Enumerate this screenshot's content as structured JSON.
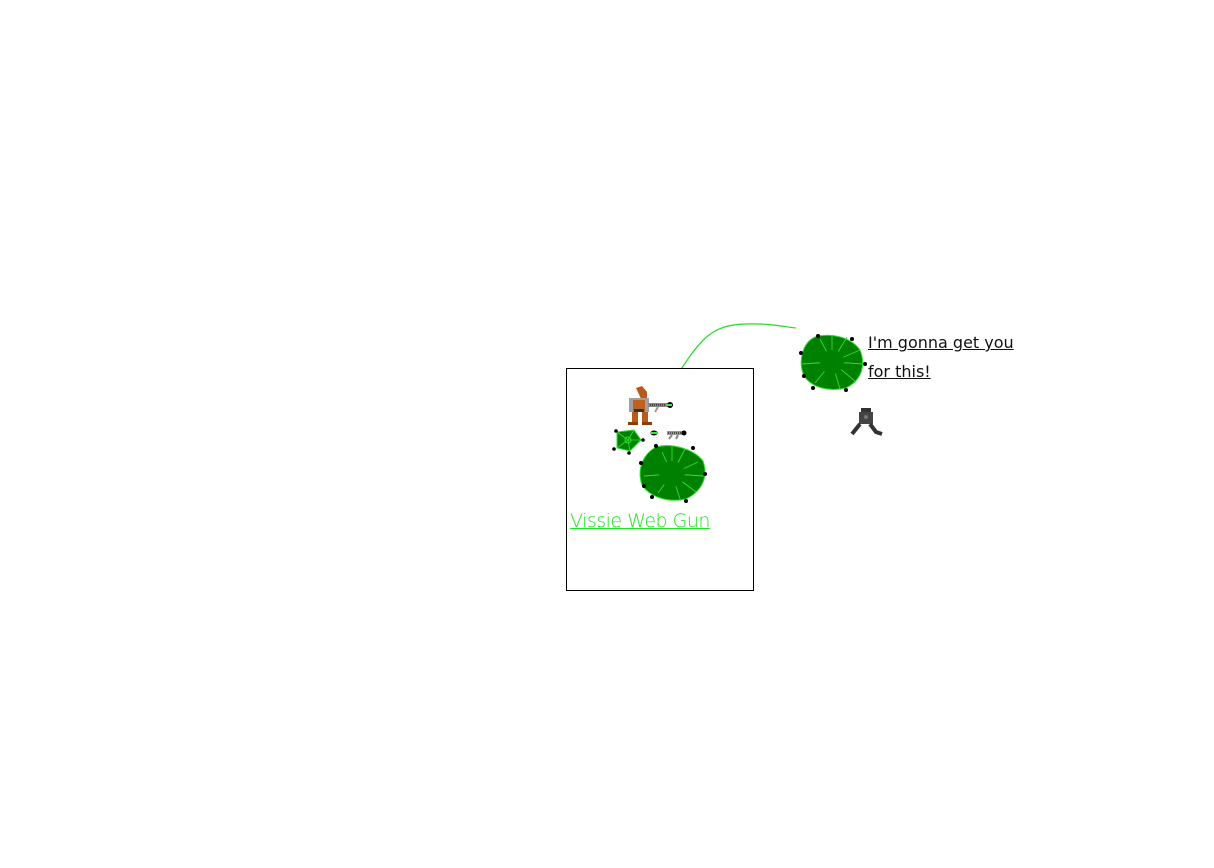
{
  "scene": {
    "caption": "Vissie Web Gun",
    "speech": {
      "line1": "I'm gonna get you ",
      "line2": "for this!"
    },
    "colors": {
      "web_fill": "#008000",
      "web_strands": "#33dd33",
      "caption": "#19e619",
      "trajectory": "#22dd22"
    },
    "sprites": [
      "vissie-soldier-with-web-gun",
      "web-projectile",
      "web-blob-small",
      "web-blob-large",
      "web-blob-flying",
      "dark-enemy-figure"
    ]
  }
}
